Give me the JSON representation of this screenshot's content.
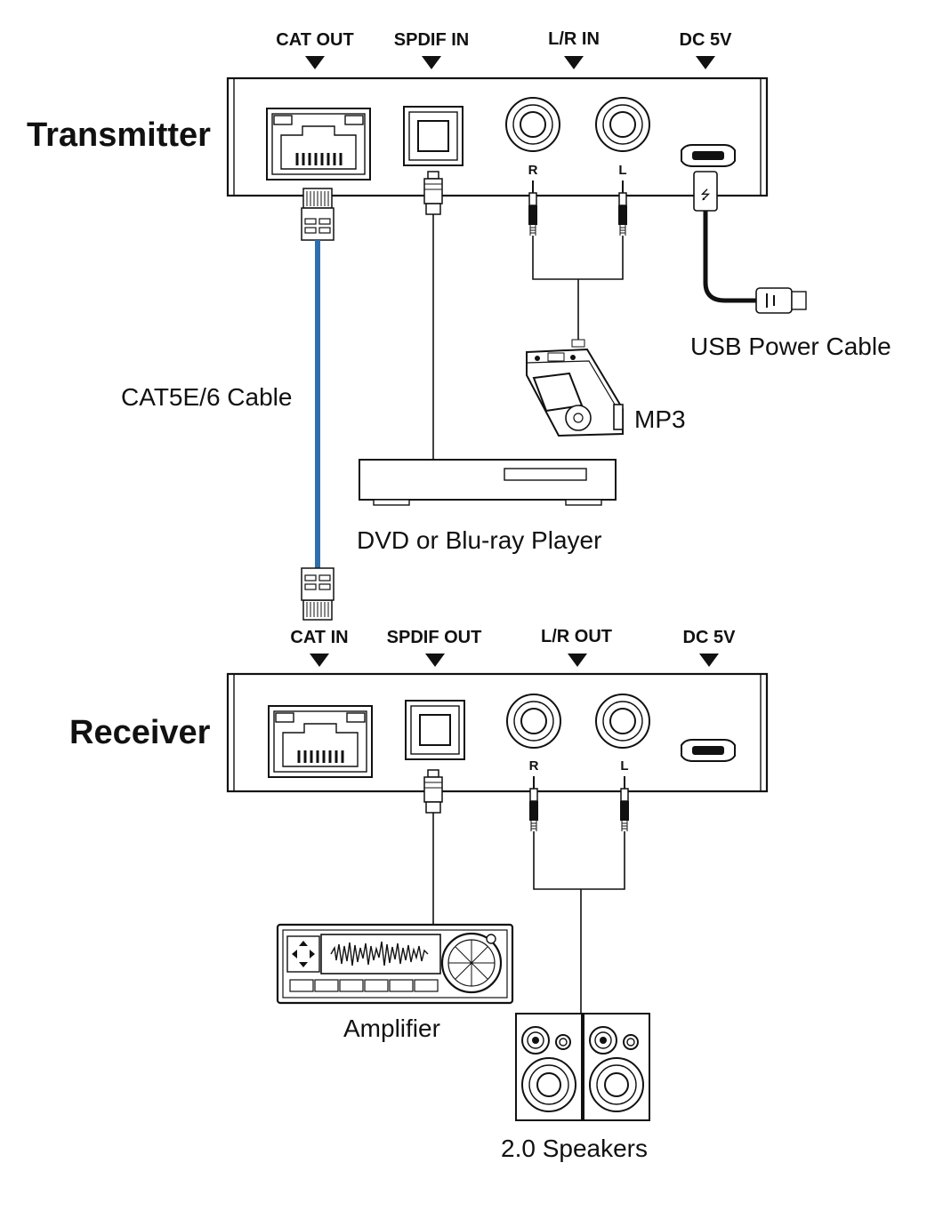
{
  "transmitter": {
    "title": "Transmitter",
    "ports": {
      "cat": "CAT OUT",
      "spdif": "SPDIF IN",
      "lr": "L/R IN",
      "dc": "DC 5V"
    },
    "jack_r": "R",
    "jack_l": "L"
  },
  "receiver": {
    "title": "Receiver",
    "ports": {
      "cat": "CAT IN",
      "spdif": "SPDIF OUT",
      "lr": "L/R OUT",
      "dc": "DC 5V"
    },
    "jack_r": "R",
    "jack_l": "L"
  },
  "labels": {
    "cat_cable": "CAT5E/6 Cable",
    "usb_power": "USB Power Cable",
    "mp3": "MP3",
    "dvd": "DVD or Blu-ray Player",
    "amplifier": "Amplifier",
    "speakers": "2.0 Speakers"
  },
  "colors": {
    "cat_cable": "#2f6fae",
    "line": "#111111"
  }
}
